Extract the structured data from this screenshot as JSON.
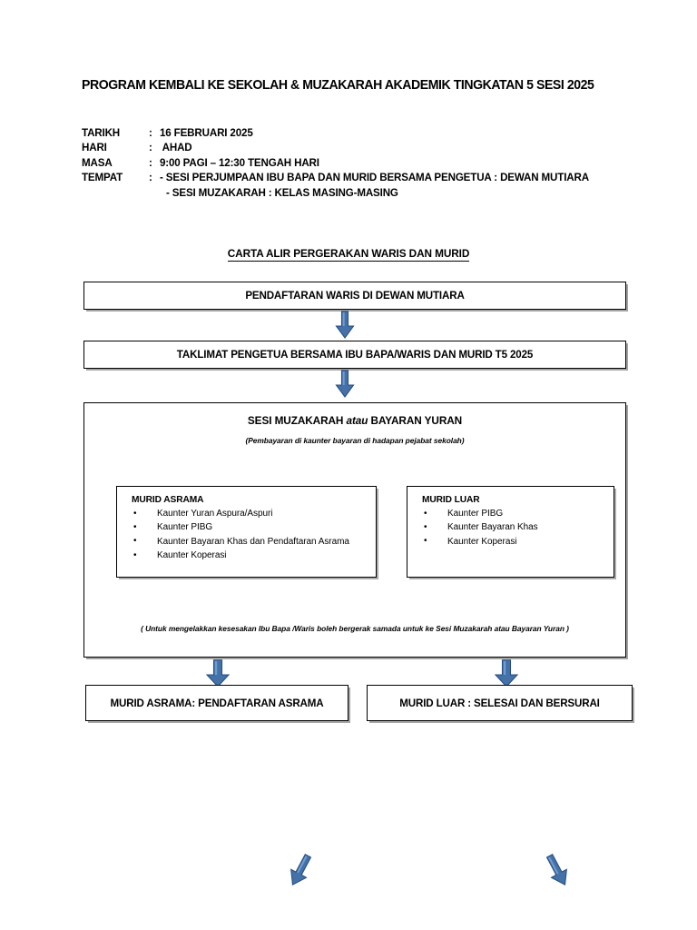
{
  "document": {
    "title": "PROGRAM KEMBALI KE SEKOLAH & MUZAKARAH AKADEMIK TINGKATAN 5 SESI  2025"
  },
  "details": {
    "rows": [
      {
        "label": "TARIKH",
        "separator": ":",
        "value": "16 FEBRUARI 2025"
      },
      {
        "label": "HARI",
        "separator": ":",
        "value": " AHAD"
      },
      {
        "label": "MASA",
        "separator": ":",
        "value": "9:00 PAGI – 12:30 TENGAH HARI"
      },
      {
        "label": "TEMPAT",
        "separator": ":",
        "value": "- SESI PERJUMPAAN IBU BAPA DAN MURID BERSAMA PENGETUA  : DEWAN MUTIARA"
      }
    ],
    "continuation": "- SESI MUZAKARAH : KELAS MASING-MASING"
  },
  "flowchart": {
    "title": "CARTA ALIR PERGERAKAN WARIS DAN MURID",
    "step_register": "PENDAFTARAN WARIS DI DEWAN MUTIARA",
    "step_briefing": "TAKLIMAT PENGETUA BERSAMA IBU BAPA/WARIS DAN MURID T5 2025",
    "session": {
      "heading_part1": "SESI MUZAKARAH ",
      "heading_italic": "atau",
      "heading_part2": "  BAYARAN YURAN",
      "note": "(Pembayaran di  kaunter bayaran di hadapan pejabat sekolah)",
      "footnote": "( Untuk mengelakkan kesesakan Ibu Bapa /Waris boleh bergerak samada untuk ke Sesi Muzakarah atau Bayaran Yuran )",
      "groups": [
        {
          "heading": "MURID ASRAMA",
          "items": [
            "Kaunter Yuran Aspura/Aspuri",
            "Kaunter PIBG",
            "Kaunter Bayaran Khas dan Pendaftaran Asrama",
            "Kaunter Koperasi"
          ]
        },
        {
          "heading": "MURID LUAR",
          "items": [
            "Kaunter PIBG",
            "Kaunter Bayaran Khas",
            "Kaunter Koperasi"
          ]
        }
      ]
    },
    "end_asrama": "MURID ASRAMA: PENDAFTARAN ASRAMA",
    "end_luar": "MURID LUAR : SELESAI DAN BERSURAI"
  },
  "colors": {
    "arrow_fill": "#4472a8",
    "arrow_highlight": "#6f9bd1",
    "arrow_outline": "#2a4f80",
    "box_border": "#000000",
    "page_background": "#ffffff"
  }
}
